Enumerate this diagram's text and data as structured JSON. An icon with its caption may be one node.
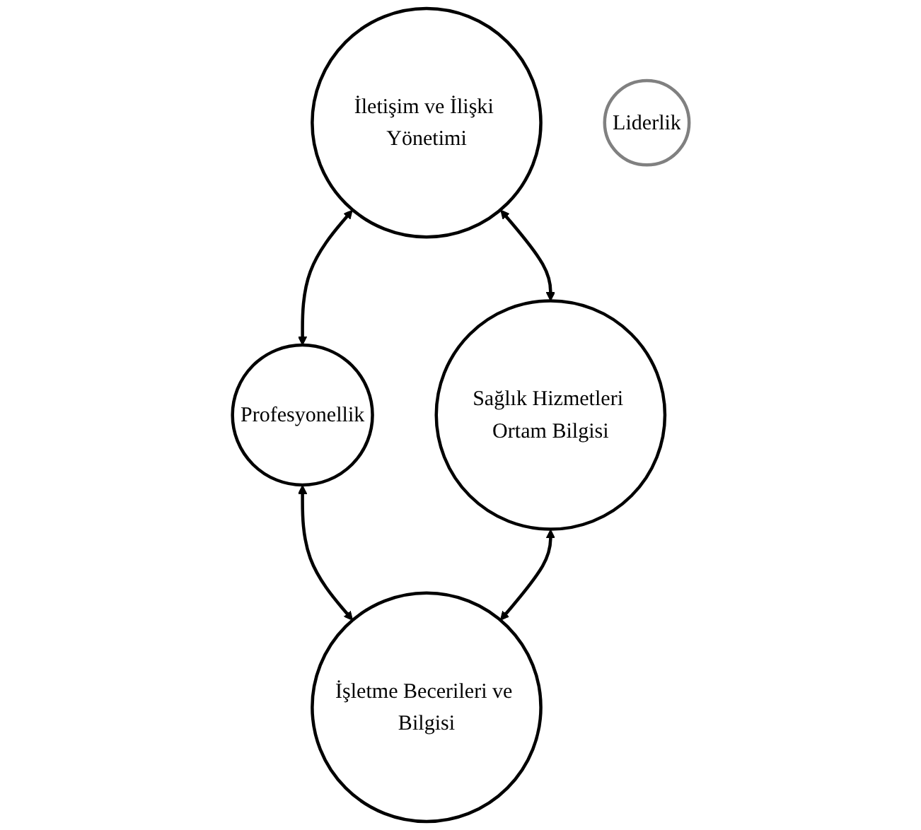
{
  "diagram": {
    "nodes": [
      {
        "text": [
          "İletişim ve İlişki Yönetimi"
        ]
      },
      {
        "text": [
          "Profesyonellik"
        ]
      },
      {
        "text": [
          "Liderlik"
        ]
      },
      {
        "text": [
          "Sağlık Hizmetleri Ortam Bilgisi"
        ]
      },
      {
        "text": [
          "İşletme Becerileri ve Bilgisi"
        ]
      }
    ],
    "edges": [
      {
        "from": 0,
        "to": 1,
        "arrow": "both"
      },
      {
        "from": 0,
        "to": 3,
        "arrow": "both"
      },
      {
        "from": 1,
        "to": 4,
        "arrow": "both"
      },
      {
        "from": 3,
        "to": 4,
        "arrow": "both"
      }
    ]
  }
}
